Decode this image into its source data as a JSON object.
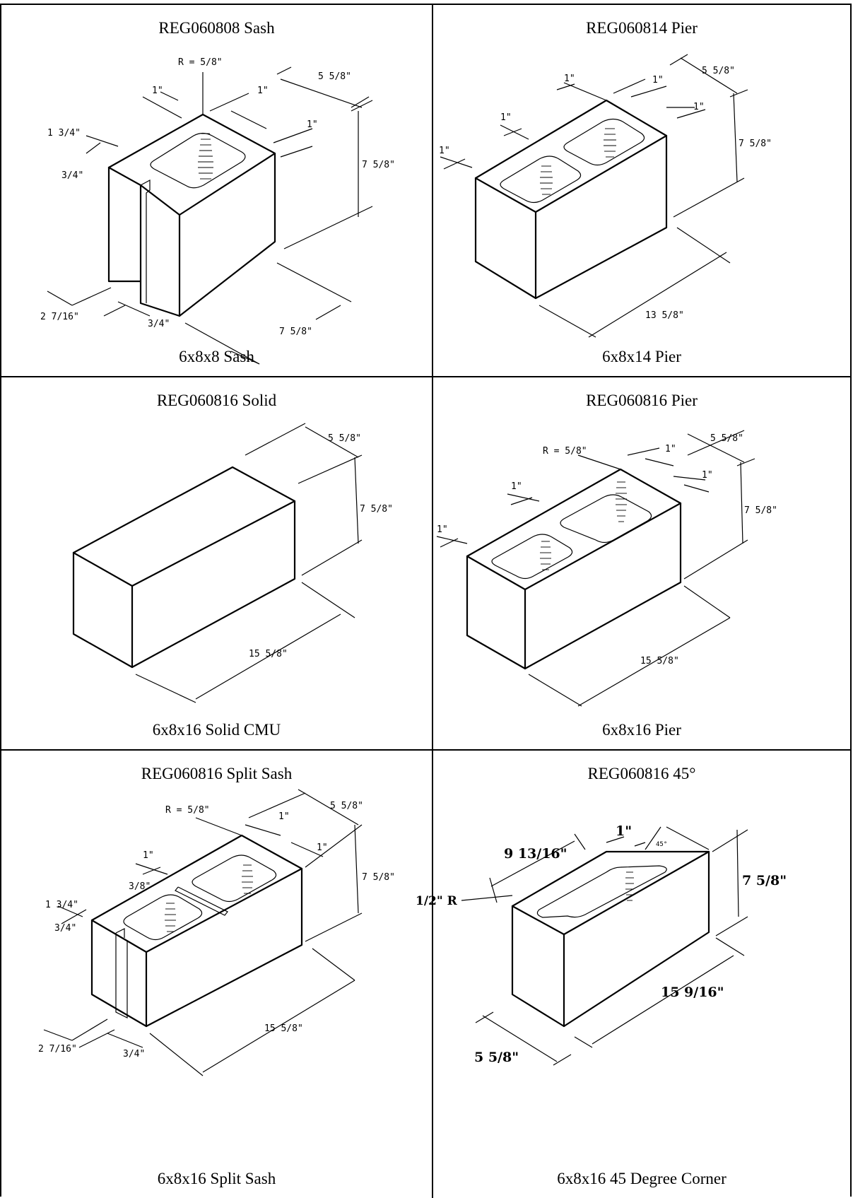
{
  "cells": [
    {
      "title": "REG060808 Sash",
      "caption": "6x8x8 Sash",
      "dims": {
        "radius": "R = 5/8\"",
        "web1": "1\"",
        "web2": "1\"",
        "web3": "1\"",
        "width": "5 5/8\"",
        "height": "7 5/8\"",
        "length": "7 5/8\"",
        "slot_depth": "1 3/4\"",
        "slot_width": "3/4\"",
        "sash_offset": "2 7/16\"",
        "sash_gap": "3/4\""
      }
    },
    {
      "title": "REG060814 Pier",
      "caption": "6x8x14 Pier",
      "dims": {
        "web1": "1\"",
        "web2": "1\"",
        "web3": "1\"",
        "web4": "1\"",
        "web5": "1\"",
        "width": "5 5/8\"",
        "height": "7 5/8\"",
        "length": "13 5/8\""
      }
    },
    {
      "title": "REG060816 Solid",
      "caption": "6x8x16 Solid CMU",
      "dims": {
        "width": "5 5/8\"",
        "height": "7 5/8\"",
        "length": "15 5/8\""
      }
    },
    {
      "title": "REG060816 Pier",
      "caption": "6x8x16 Pier",
      "dims": {
        "radius": "R = 5/8\"",
        "web1": "1\"",
        "web2": "1\"",
        "web3": "1\"",
        "web4": "1\"",
        "width": "5 5/8\"",
        "height": "7 5/8\"",
        "length": "15 5/8\""
      }
    },
    {
      "title": "REG060816 Split Sash",
      "caption": "6x8x16 Split Sash",
      "dims": {
        "radius": "R = 5/8\"",
        "web1": "1\"",
        "web2": "1\"",
        "web3": "1\"",
        "split": "3/8\"",
        "width": "5 5/8\"",
        "height": "7 5/8\"",
        "length": "15 5/8\"",
        "slot_depth": "1 3/4\"",
        "slot_width": "3/4\"",
        "sash_offset": "2 7/16\"",
        "sash_gap": "3/4\""
      }
    },
    {
      "title": "REG060816 45°",
      "caption": "6x8x16 45 Degree Corner",
      "dims": {
        "web": "1\"",
        "angle": "45°",
        "top_length": "9 13/16\"",
        "radius_label": "1/2\" R",
        "height": "7 5/8\"",
        "length": "15 9/16\"",
        "width": "5 5/8\""
      }
    }
  ]
}
